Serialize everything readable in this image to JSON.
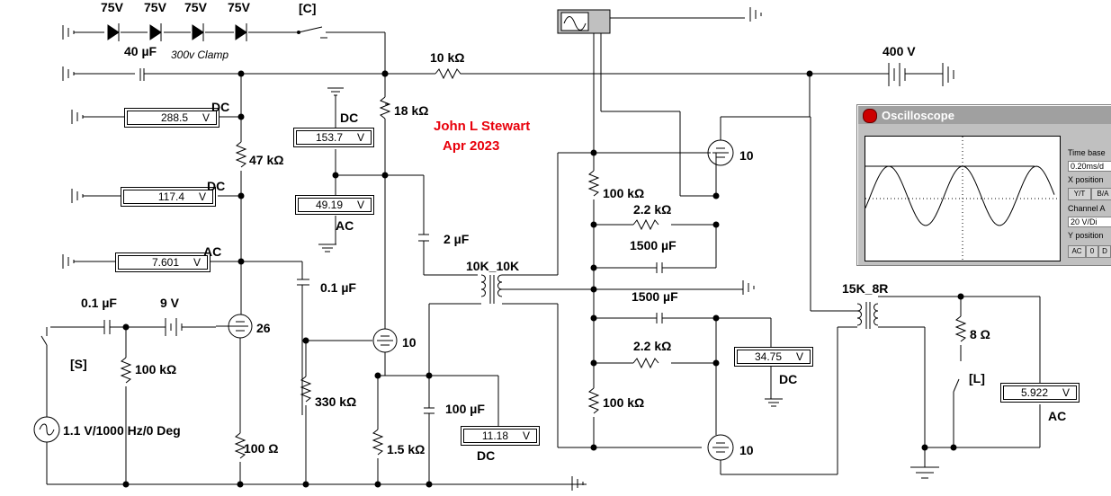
{
  "labels": {
    "zener_1": "75V",
    "zener_2": "75V",
    "zener_3": "75V",
    "zener_4": "75V",
    "switch_c": "[C]",
    "cap_40uf": "40 µF",
    "clamp": "300v Clamp",
    "res_10k": "10 kΩ",
    "supply_400v": "400 V",
    "res_18k": "18 kΩ",
    "res_47k": "47 kΩ",
    "author": "John L Stewart",
    "date": "Apr 2023",
    "cap_2uf": "2 µF",
    "cap_01uf_coupling": "0.1 µF",
    "transformer_1": "10K_10K",
    "res_100k_top": "100 kΩ",
    "res_2k2_top": "2.2 kΩ",
    "cap_1500uf_top": "1500 µF",
    "cap_1500uf_bottom": "1500 µF",
    "res_2k2_bottom": "2.2 kΩ",
    "res_100k_bottom": "100 kΩ",
    "tube_top": "10",
    "tube_bottom": "10",
    "tube_driver": "10",
    "tube_input": "26",
    "transformer_out": "15K_8R",
    "res_8": "8 Ω",
    "switch_l": "[L]",
    "cap_01uf_input": "0.1 µF",
    "battery_9v": "9 V",
    "switch_s": "[S]",
    "res_100k_grid": "100 kΩ",
    "res_330k": "330 kΩ",
    "res_100": "100 Ω",
    "res_1k5": "1.5 kΩ",
    "cap_100uf": "100 µF",
    "source": "1.1 V/1000 Hz/0 Deg"
  },
  "meters": [
    {
      "name": "meter-288",
      "value": "288.5",
      "unit": "V",
      "mode": "DC"
    },
    {
      "name": "meter-117",
      "value": "117.4",
      "unit": "V",
      "mode": "DC"
    },
    {
      "name": "meter-7601",
      "value": "7.601",
      "unit": "V",
      "mode": "AC"
    },
    {
      "name": "meter-153",
      "value": "153.7",
      "unit": "V",
      "mode": "DC"
    },
    {
      "name": "meter-4919",
      "value": "49.19",
      "unit": "V",
      "mode": "AC"
    },
    {
      "name": "meter-1118",
      "value": "11.18",
      "unit": "V",
      "mode": "DC"
    },
    {
      "name": "meter-3475",
      "value": "34.75",
      "unit": "V",
      "mode": "DC"
    },
    {
      "name": "meter-5922",
      "value": "5.922",
      "unit": "V",
      "mode": "AC"
    }
  ],
  "oscilloscope": {
    "title": "Oscilloscope",
    "timebase_label": "Time base",
    "timebase_value": "0.20ms/d",
    "xpos_label": "X position",
    "btn_yt": "Y/T",
    "btn_ba": "B/A",
    "channel_label": "Channel A",
    "channel_value": "20 V/Di",
    "ypos_label": "Y position",
    "btn_ac": "AC",
    "btn_0": "0",
    "btn_d": "D",
    "trace_color": "#000000"
  },
  "colors": {
    "author": "#e8000b",
    "wire": "#000000"
  }
}
